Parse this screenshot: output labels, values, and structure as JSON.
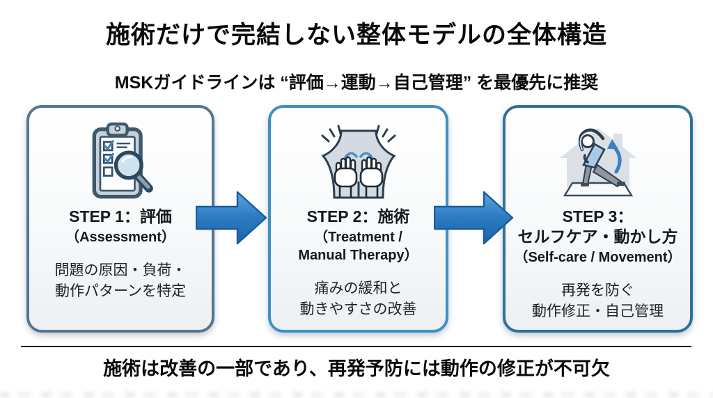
{
  "page": {
    "title": "施術だけで完結しない整体モデルの全体構造",
    "subtitle": "MSKガイドラインは “評価→運動→自己管理” を最優先に推奨",
    "footer_note": "施術は改善の一部であり、再発予防には動作の修正が不可欠"
  },
  "colors": {
    "card1_border": "#547790",
    "card2_border": "#3f8fc6",
    "card3_border": "#2f719b",
    "arrow_fill": "#2f7dc4",
    "arrow_stroke": "#1a5d9e",
    "text": "#111111"
  },
  "steps": [
    {
      "icon": "clipboard-checklist-magnifier-icon",
      "title": "STEP 1：評価",
      "subtitle_en": "（Assessment）",
      "body": "問題の原因・負荷・\n動作パターンを特定"
    },
    {
      "icon": "massage-hands-on-back-icon",
      "title": "STEP 2：施術",
      "subtitle_en": "（Treatment /\nManual Therapy）",
      "body": "痛みの緩和と\n動きやすさの改善"
    },
    {
      "icon": "home-self-care-stretch-icon",
      "title": "STEP 3：\nセルフケア・動かし方",
      "subtitle_en": "（Self-care / Movement）",
      "body": "再発を防ぐ\n動作修正・自己管理"
    }
  ]
}
